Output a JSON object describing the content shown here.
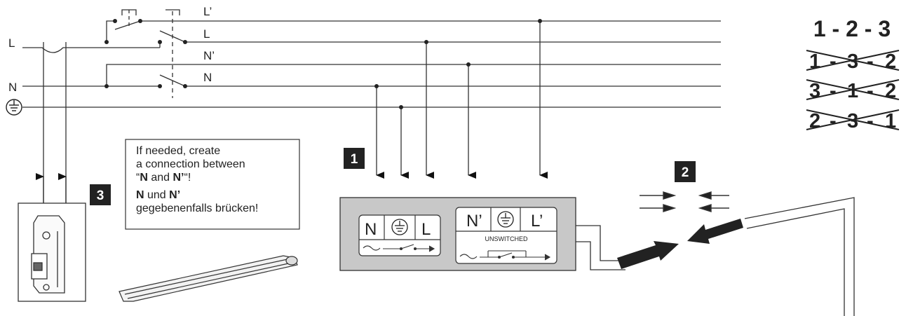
{
  "supply_labels": {
    "line": "L",
    "neutral": "N"
  },
  "bus_labels": {
    "switched_line": "L’",
    "line": "L",
    "switched_neutral": "N’",
    "neutral": "N"
  },
  "note": {
    "en_line1": "If needed, create",
    "en_line2": "a connection between",
    "en_open_quote": "“",
    "en_n": "N",
    "en_and": " and ",
    "en_n_prime": "N’",
    "en_close": "“!",
    "de_n": "N",
    "de_und": " und ",
    "de_n_prime": "N’",
    "de_line2": "gegebenenfalls brücken!"
  },
  "steps": {
    "one": "1",
    "two": "2",
    "three": "3"
  },
  "terminals": {
    "left": {
      "n": "N",
      "l": "L"
    },
    "right": {
      "n_prime": "N’",
      "l_prime": "L’",
      "caption": "UNSWITCHED"
    }
  },
  "sequence": {
    "correct": "1 - 2 - 3",
    "wrong": [
      {
        "a": "1",
        "b": "3",
        "c": "2"
      },
      {
        "a": "3",
        "b": "1",
        "c": "2"
      },
      {
        "a": "2",
        "b": "3",
        "c": "1"
      }
    ],
    "separator": "-"
  }
}
